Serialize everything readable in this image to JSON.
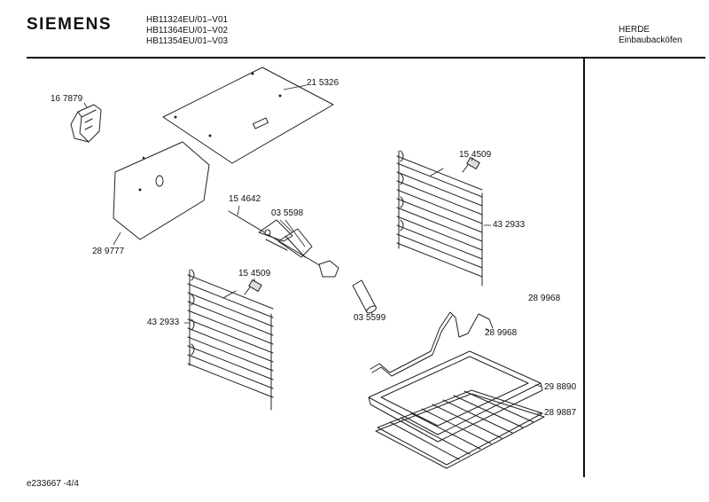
{
  "header": {
    "brand": "SIEMENS",
    "models": [
      "HB11324EU/01–V01",
      "HB11364EU/01–V02",
      "HB11354EU/01–V03"
    ],
    "category": [
      "HERDE",
      "Einbaubacköfen"
    ]
  },
  "parts": {
    "p215326": "21 5326",
    "p167879": "16 7879",
    "p289777": "28 9777",
    "p154642": "15 4642",
    "p035598": "03 5598",
    "p154509_top": "15 4509",
    "p432933_right": "43 2933",
    "p154509_left": "15 4509",
    "p432933_left": "43 2933",
    "p035599": "03 5599",
    "p289968_a": "28 9968",
    "p289968_b": "28 9968",
    "p298890": "29 8890",
    "p289887": "28 9887"
  },
  "footer": {
    "doc_id": "e233667 -4/4"
  }
}
